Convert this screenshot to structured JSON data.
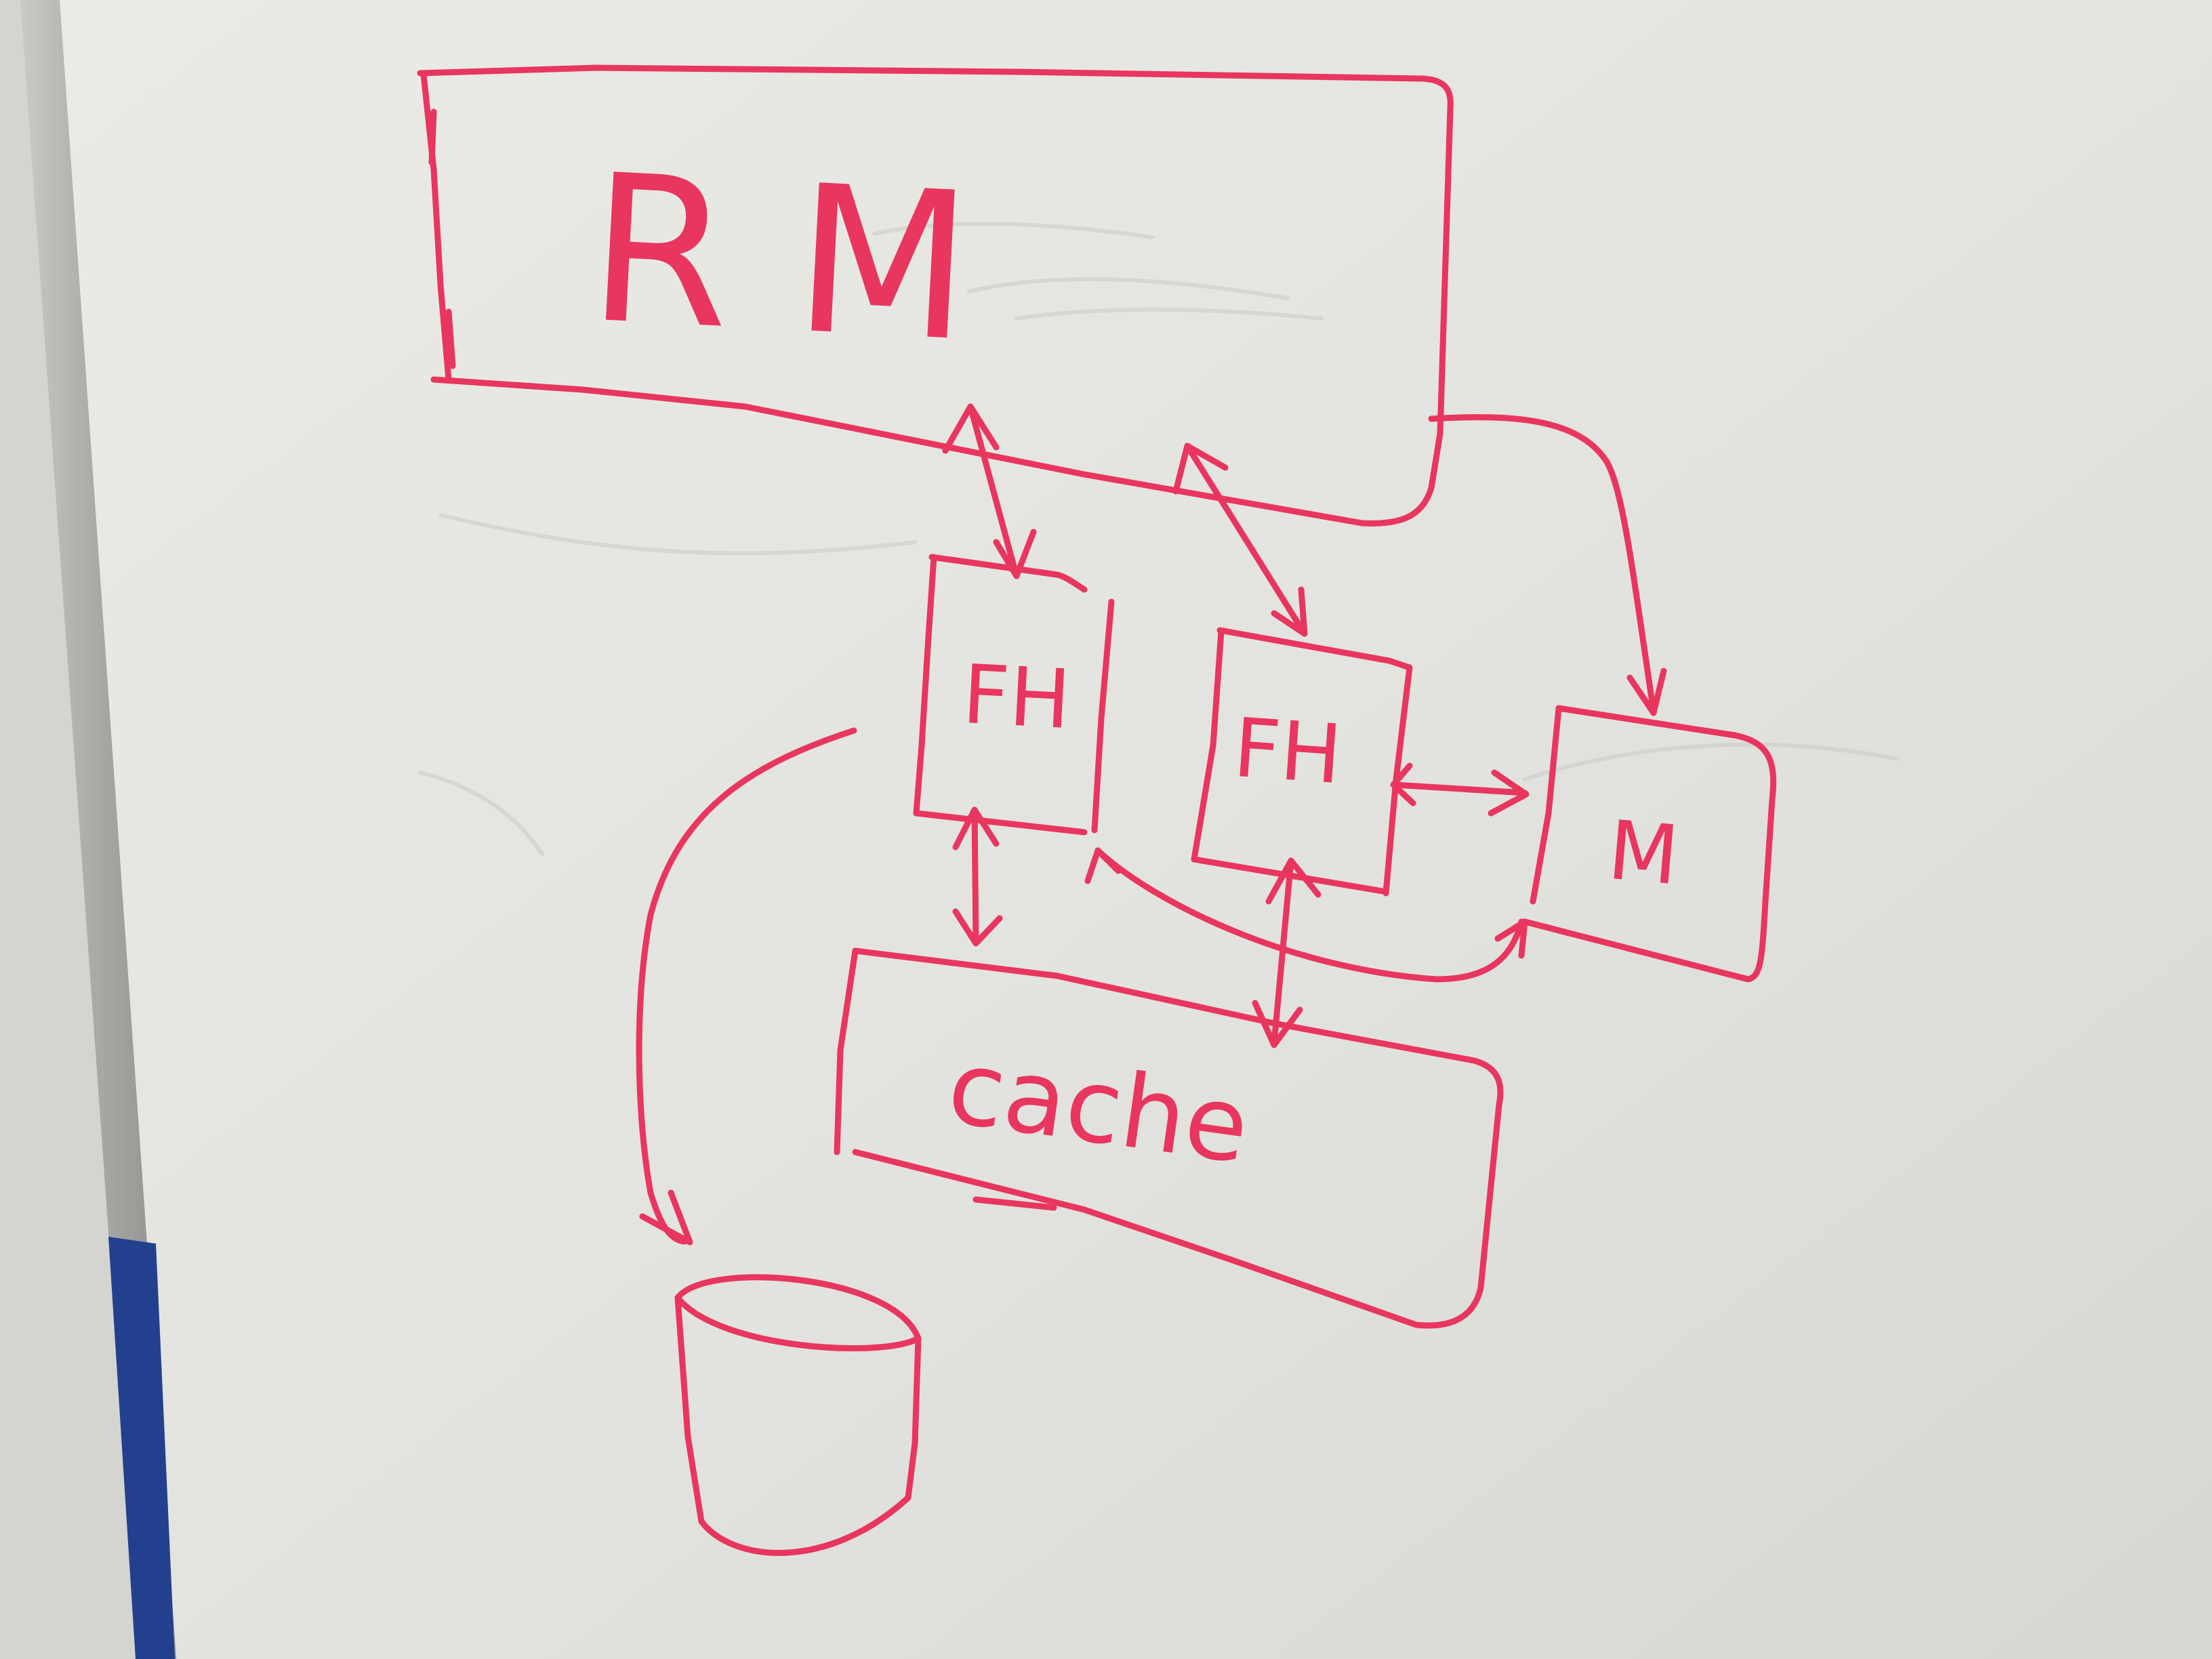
{
  "colors": {
    "marker": "#e8365f",
    "board": "#e4e5e0",
    "frame": "#a7a9a6",
    "tray_blue": "#23408f"
  },
  "nodes": {
    "rm": {
      "label": "R M"
    },
    "fh_left": {
      "label": "FH"
    },
    "fh_right": {
      "label": "FH"
    },
    "m": {
      "label": "M"
    },
    "cache": {
      "label": "cache"
    },
    "storage": {
      "label": ""
    }
  }
}
